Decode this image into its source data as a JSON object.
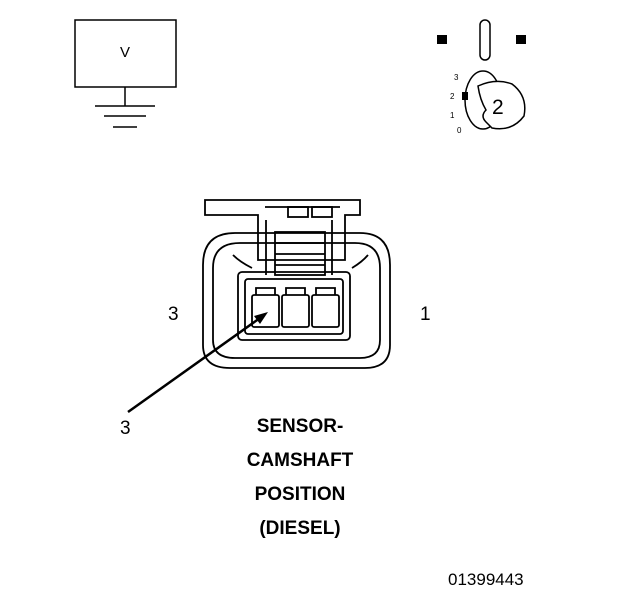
{
  "meter": {
    "symbol": "V"
  },
  "ignition": {
    "position_marks": [
      "3",
      "2",
      "1",
      "0"
    ],
    "selected_position": "2"
  },
  "connector": {
    "left_pin_label": "3",
    "right_pin_label": "1",
    "callout_label": "3"
  },
  "caption": {
    "lines": [
      "SENSOR-",
      "CAMSHAFT",
      "POSITION",
      "(DIESEL)"
    ]
  },
  "figure_id": "01399443"
}
